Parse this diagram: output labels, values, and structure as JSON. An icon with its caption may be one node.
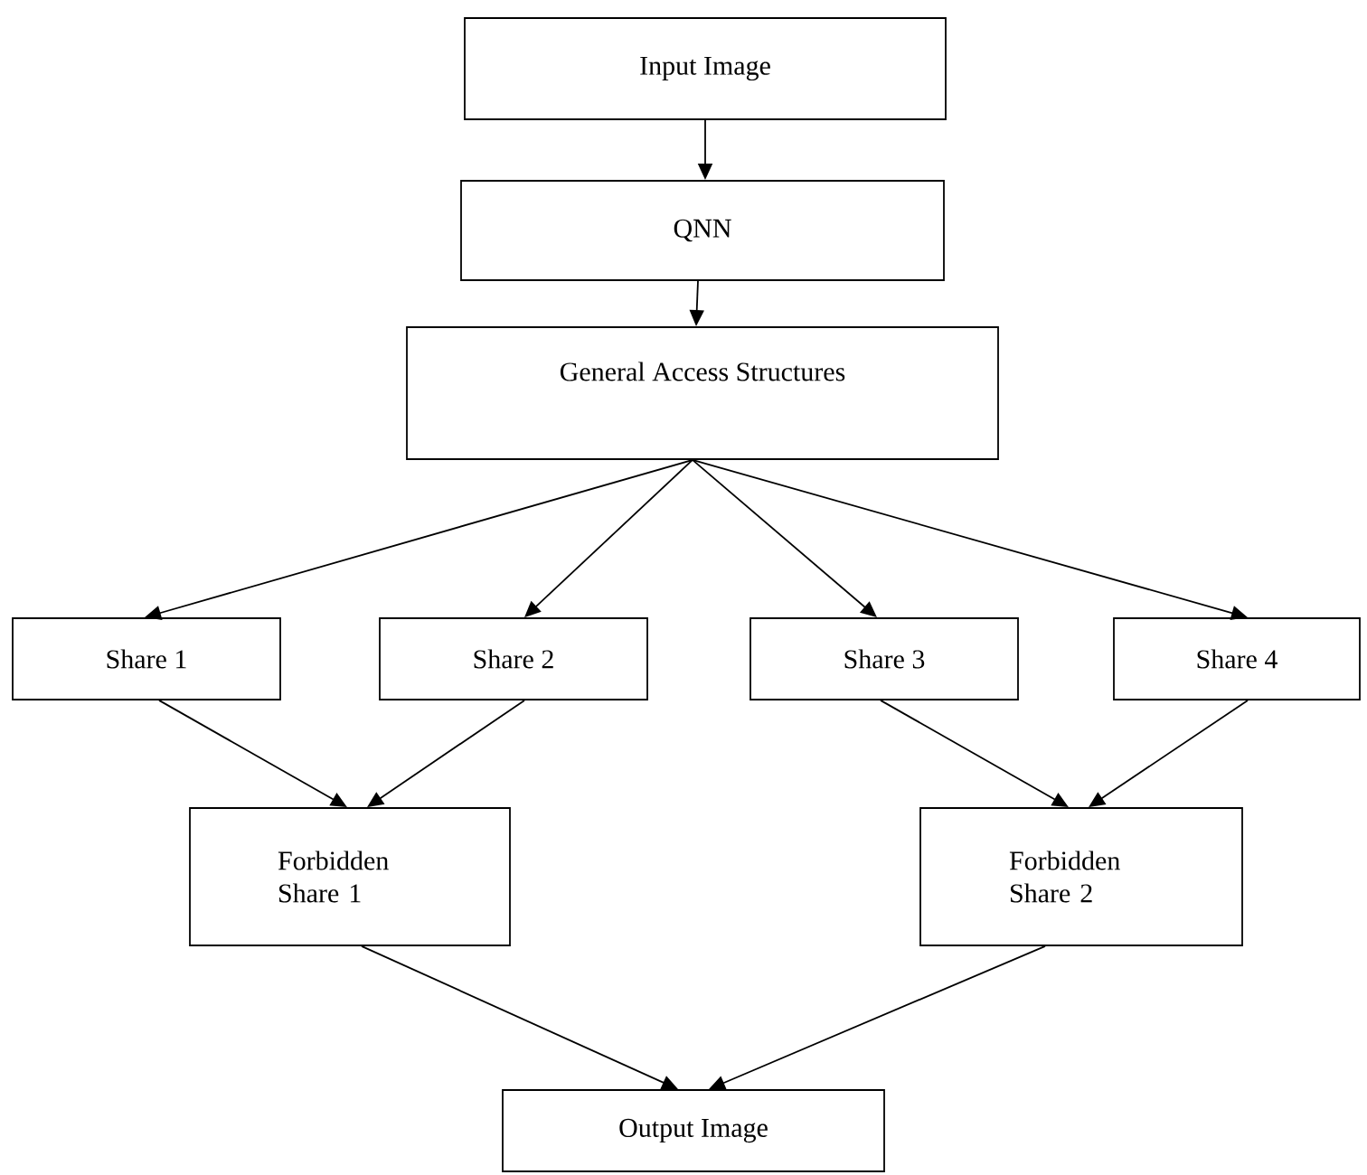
{
  "diagram": {
    "nodes": [
      {
        "text": [
          "Input Image"
        ]
      },
      {
        "text": [
          "QNN"
        ]
      },
      {
        "text": [
          "General Access Structures"
        ]
      },
      {
        "text": [
          "Share 1"
        ]
      },
      {
        "text": [
          "Share 2"
        ]
      },
      {
        "text": [
          "Share 3"
        ]
      },
      {
        "text": [
          "Share 4"
        ]
      },
      {
        "text": [
          "Forbidden Share 1"
        ]
      },
      {
        "text": [
          "Forbidden Share 2"
        ]
      },
      {
        "text": [
          "Output Image"
        ]
      }
    ],
    "edges": [
      {
        "from": 0,
        "to": 1,
        "arrow": "to"
      },
      {
        "from": 1,
        "to": 2,
        "arrow": "to"
      },
      {
        "from": 2,
        "to": 3,
        "arrow": "to"
      },
      {
        "from": 2,
        "to": 4,
        "arrow": "to"
      },
      {
        "from": 2,
        "to": 5,
        "arrow": "to"
      },
      {
        "from": 2,
        "to": 6,
        "arrow": "to"
      },
      {
        "from": 3,
        "to": 7,
        "arrow": "to"
      },
      {
        "from": 4,
        "to": 7,
        "arrow": "to"
      },
      {
        "from": 5,
        "to": 8,
        "arrow": "to"
      },
      {
        "from": 6,
        "to": 8,
        "arrow": "to"
      },
      {
        "from": 7,
        "to": 9,
        "arrow": "to"
      },
      {
        "from": 8,
        "to": 9,
        "arrow": "to"
      }
    ]
  }
}
